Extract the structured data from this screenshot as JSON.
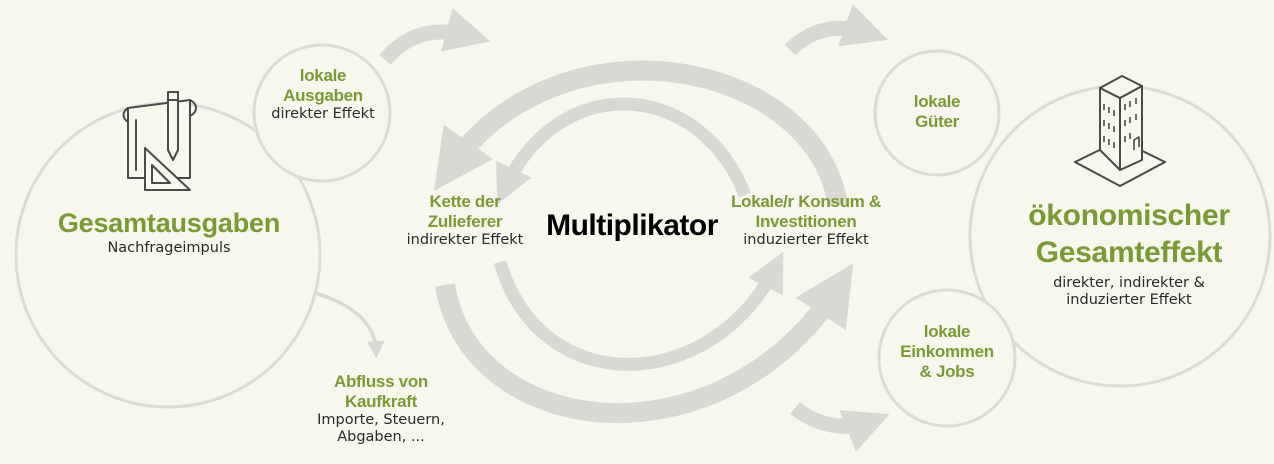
{
  "nodes": {
    "total_spending": {
      "title": "Gesamtausgaben",
      "subtitle": "Nachfrageimpuls"
    },
    "local_spending": {
      "title_line1": "lokale",
      "title_line2": "Ausgaben",
      "subtitle": "direkter Effekt"
    },
    "supplier_chain": {
      "title_line1": "Kette der",
      "title_line2": "Zulieferer",
      "subtitle": "indirekter Effekt"
    },
    "multiplier": {
      "title": "Multiplikator"
    },
    "consumption": {
      "title_line1": "Lokale/r Konsum &",
      "title_line2": "Investitionen",
      "subtitle": "induzierter Effekt"
    },
    "leakage": {
      "title_line1": "Abfluss von",
      "title_line2": "Kaufkraft",
      "subtitle_line1": "Importe, Steuern,",
      "subtitle_line2": "Abgaben, ..."
    },
    "local_goods": {
      "title_line1": "lokale",
      "title_line2": "Güter"
    },
    "local_income": {
      "title_line1": "lokale",
      "title_line2": "Einkommen",
      "title_line3": "& Jobs"
    },
    "total_effect": {
      "title_line1": "ökonomischer",
      "title_line2": "Gesamteffekt",
      "subtitle_line1": "direkter, indirekter &",
      "subtitle_line2": "induzierter Effekt"
    }
  },
  "icons": {
    "planning": "blueprint-ruler-icon",
    "building": "office-building-icon"
  },
  "colors": {
    "accent": "#7a9a35",
    "arrow": "#d9d9d4",
    "circle_stroke": "#dcdcd6",
    "background": "#f7f7ee"
  }
}
